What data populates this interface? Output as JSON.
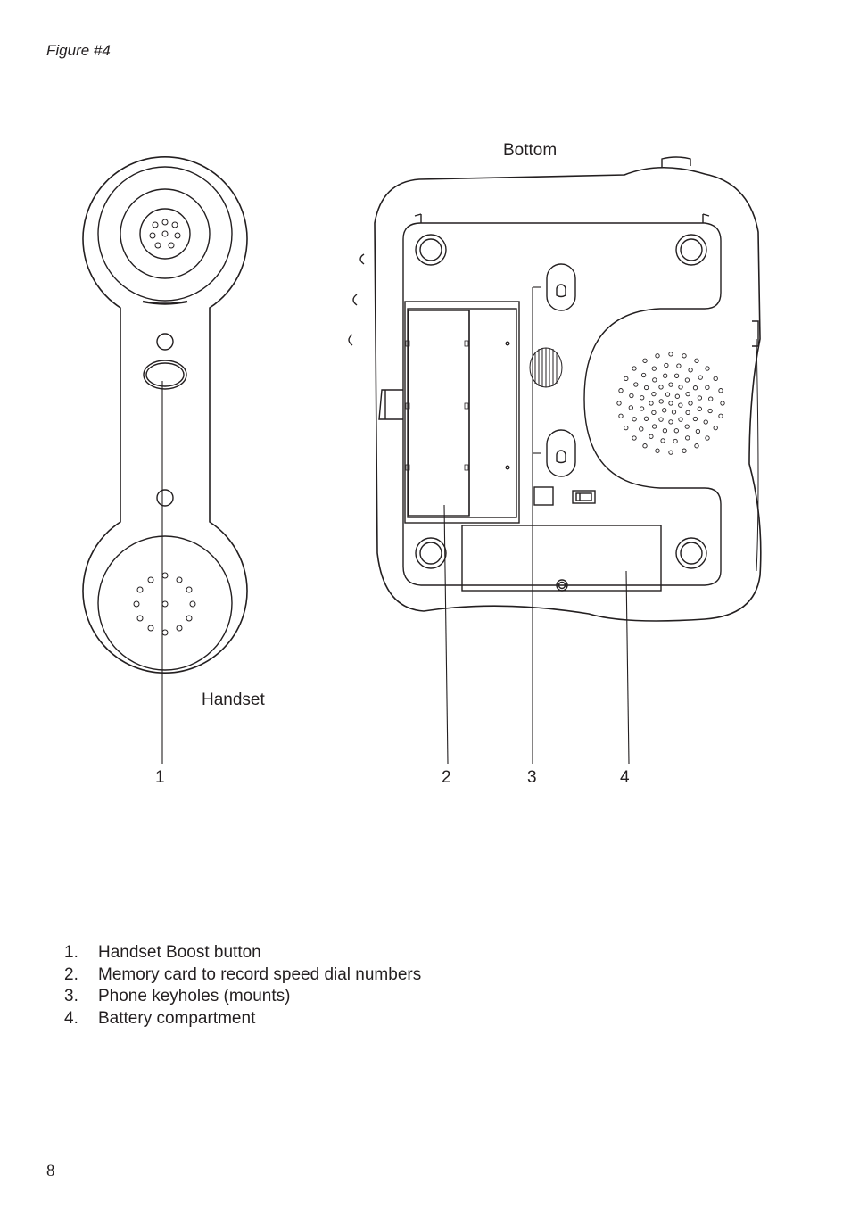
{
  "figure": {
    "caption": "Figure #4",
    "bottom_label": "Bottom",
    "handset_label": "Handset",
    "callouts": [
      "1",
      "2",
      "3",
      "4"
    ]
  },
  "legend": {
    "items": [
      {
        "number": "1.",
        "text": "Handset Boost button"
      },
      {
        "number": "2.",
        "text": "Memory card to record speed dial numbers"
      },
      {
        "number": "3.",
        "text": "Phone keyholes (mounts)"
      },
      {
        "number": "4.",
        "text": "Battery compartment"
      }
    ]
  },
  "page": {
    "number": "8"
  },
  "colors": {
    "ink": "#231f20",
    "background": "#ffffff"
  }
}
